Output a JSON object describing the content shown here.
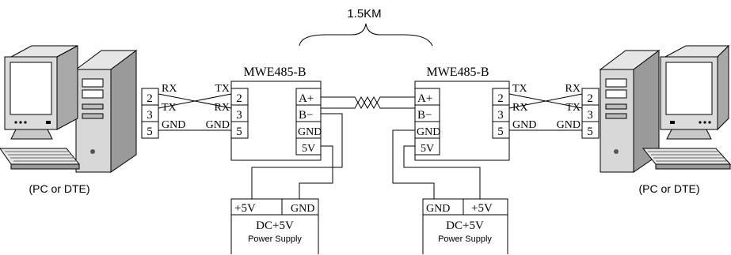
{
  "distance": "1.5KM",
  "left_pc": {
    "label": "(PC or DTE)"
  },
  "right_pc": {
    "label": "(PC or DTE)"
  },
  "left_converter": {
    "model": "MWE485-B",
    "rs232_pins": [
      "2",
      "3",
      "5"
    ],
    "rs485_pins": [
      "A+",
      "B−",
      "GND",
      "5V"
    ]
  },
  "right_converter": {
    "model": "MWE485-B",
    "rs232_pins": [
      "2",
      "3",
      "5"
    ],
    "rs485_pins": [
      "A+",
      "B−",
      "GND",
      "5V"
    ]
  },
  "left_db9": {
    "pins": [
      "2",
      "3",
      "5"
    ],
    "signals_pc": [
      "RX",
      "TX",
      "GND"
    ],
    "signals_converter": [
      "TX",
      "RX",
      "GND"
    ]
  },
  "right_db9": {
    "pins": [
      "2",
      "3",
      "5"
    ],
    "signals_pc": [
      "RX",
      "TX",
      "GND"
    ],
    "signals_converter": [
      "TX",
      "RX",
      "GND"
    ]
  },
  "left_power": {
    "terminals": [
      "+5V",
      "GND"
    ],
    "title": "DC+5V",
    "subtitle": "Power Supply"
  },
  "right_power": {
    "terminals": [
      "GND",
      "+5V"
    ],
    "title": "DC+5V",
    "subtitle": "Power Supply"
  }
}
